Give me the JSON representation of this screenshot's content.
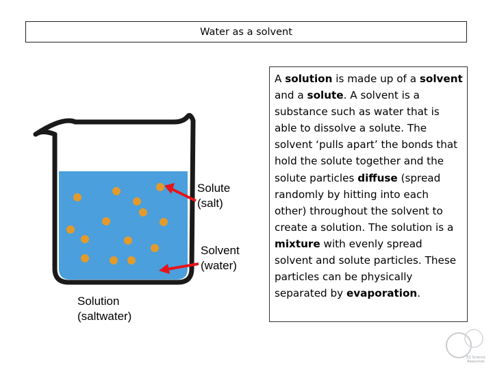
{
  "title": "Water as a solvent",
  "labels": {
    "solute_line1": "Solute",
    "solute_line2": "(salt)",
    "solvent_line1": "Solvent",
    "solvent_line2": "(water)",
    "solution_line1": "Solution",
    "solution_line2": "(saltwater)"
  },
  "description": [
    {
      "t": "A ",
      "b": false
    },
    {
      "t": "solution",
      "b": true
    },
    {
      "t": " is made up of a ",
      "b": false
    },
    {
      "t": "solvent",
      "b": true
    },
    {
      "t": " and a ",
      "b": false
    },
    {
      "t": "solute",
      "b": true
    },
    {
      "t": ". A solvent is a substance such as water that is able to dissolve  a solute. The solvent ‘pulls apart’ the bonds that hold the solute together and the solute particles ",
      "b": false
    },
    {
      "t": "diffuse",
      "b": true
    },
    {
      "t": " (spread randomly by hitting into each other) throughout the solvent to create a solution. The solution is a ",
      "b": false
    },
    {
      "t": "mixture",
      "b": true
    },
    {
      "t": " with evenly spread solvent and solute particles. These particles can be physically separated by ",
      "b": false
    },
    {
      "t": "evaporation",
      "b": true
    },
    {
      "t": ".",
      "b": false
    }
  ],
  "logo": {
    "line1": "EZ Science",
    "line2": "Resources"
  },
  "colors": {
    "water": "#4a9fdc",
    "salt": "#e39a2c",
    "arrow": "#e8141b",
    "beaker": "#1a1a1a"
  }
}
